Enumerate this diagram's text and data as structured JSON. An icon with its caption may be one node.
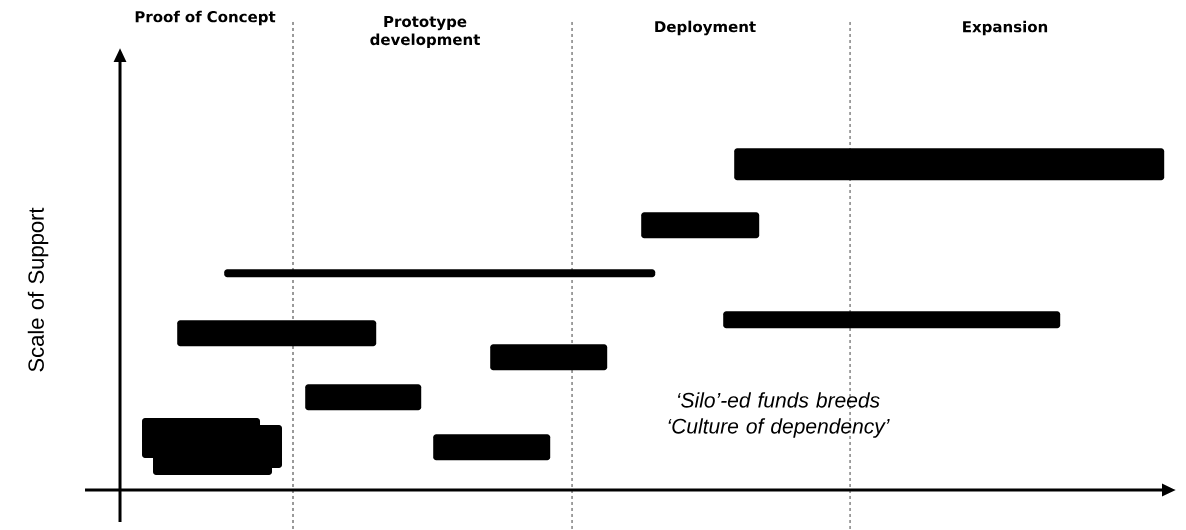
{
  "diagram": {
    "nodes": [
      {
        "text": [],
        "shape": "bar"
      },
      {
        "text": [],
        "shape": "bar"
      },
      {
        "text": [],
        "shape": "bar"
      },
      {
        "text": [],
        "shape": "bar"
      },
      {
        "text": [],
        "shape": "bar"
      },
      {
        "text": [],
        "shape": "bar"
      },
      {
        "text": [],
        "shape": "bar"
      },
      {
        "text": [],
        "shape": "bar"
      },
      {
        "text": [],
        "shape": "bar"
      }
    ],
    "labels": [
      "Proof of Concept",
      "Prototype development",
      "Deployment",
      "Expansion",
      "Scale of Support",
      "‘Silo’-ed funds breeds ‘Culture of dependency’"
    ]
  }
}
